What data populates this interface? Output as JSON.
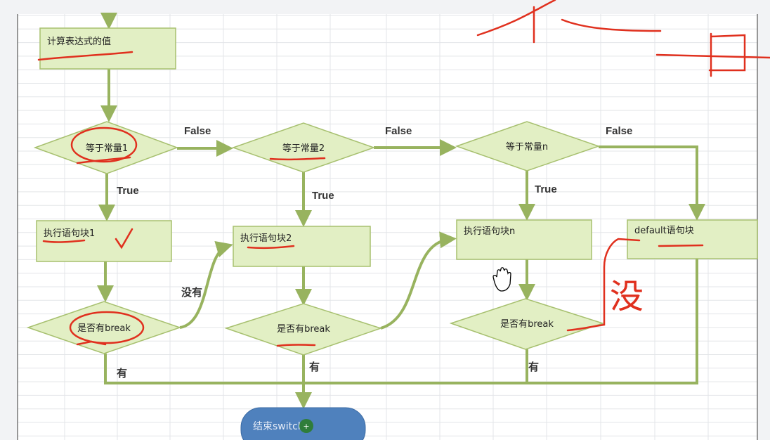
{
  "nodes": {
    "compute": "计算表达式的值",
    "case1": "等于常量1",
    "case2": "等于常量2",
    "casen": "等于常量n",
    "block1": "执行语句块1",
    "block2": "执行语句块2",
    "blockn": "执行语句块n",
    "default": "default语句块",
    "break1": "是否有break",
    "break2": "是否有break",
    "breakn": "是否有break",
    "end": "结束switch"
  },
  "edges": {
    "false1": "False",
    "false2": "False",
    "false3": "False",
    "true1": "True",
    "true2": "True",
    "true3": "True",
    "no": "没有",
    "yes1": "有",
    "yes2": "有",
    "yes3": "有"
  },
  "annotations": {
    "top_handwriting": "年选",
    "right_handwriting": "一日",
    "side_handwriting": "没"
  },
  "colors": {
    "shape_fill": "#e2efc4",
    "flow": "#98b35f",
    "end_fill": "#4f81bd",
    "annotation": "#e0301e"
  }
}
